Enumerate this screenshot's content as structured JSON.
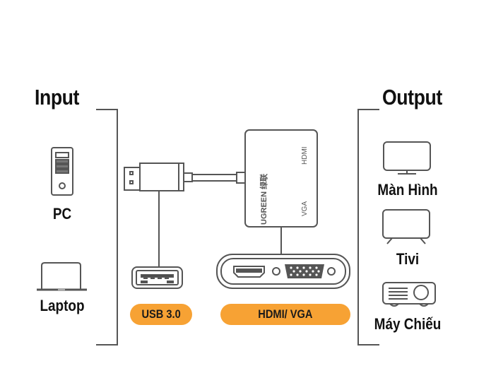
{
  "input": {
    "heading": "Input",
    "devices": [
      {
        "label": "PC",
        "icon": "pc-tower-icon"
      },
      {
        "label": "Laptop",
        "icon": "laptop-icon"
      }
    ]
  },
  "output": {
    "heading": "Output",
    "devices": [
      {
        "label": "Màn Hình",
        "icon": "monitor-icon"
      },
      {
        "label": "Tivi",
        "icon": "tv-icon"
      },
      {
        "label": "Máy Chiếu",
        "icon": "projector-icon"
      }
    ]
  },
  "adapter": {
    "brand": "UGREEN 绿联",
    "port_labels": {
      "hdmi": "HDMI",
      "vga": "VGA"
    }
  },
  "badges": {
    "usb": "USB 3.0",
    "hdmi_vga": "HDMI/ VGA"
  },
  "colors": {
    "accent": "#f7a234",
    "line": "#555555",
    "text": "#111111"
  }
}
